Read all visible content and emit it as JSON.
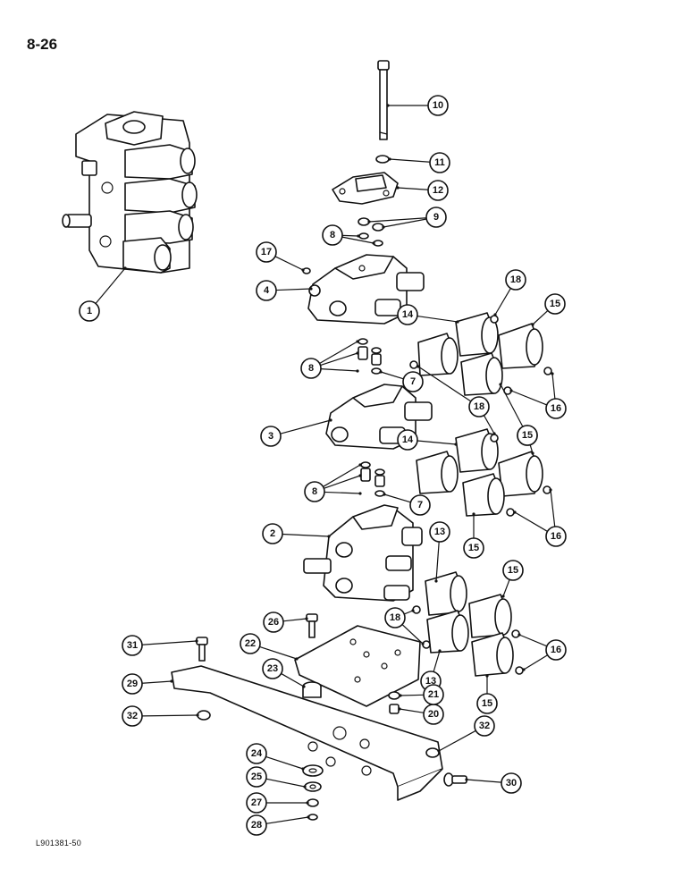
{
  "page": {
    "number": "8-26",
    "drawing_code": "L901381-50"
  },
  "callouts": [
    {
      "id": "c1",
      "label": "1"
    },
    {
      "id": "c2",
      "label": "2"
    },
    {
      "id": "c3",
      "label": "3"
    },
    {
      "id": "c4",
      "label": "4"
    },
    {
      "id": "c7a",
      "label": "7"
    },
    {
      "id": "c7b",
      "label": "7"
    },
    {
      "id": "c8a",
      "label": "8"
    },
    {
      "id": "c8b",
      "label": "8"
    },
    {
      "id": "c8c",
      "label": "8"
    },
    {
      "id": "c9",
      "label": "9"
    },
    {
      "id": "c10",
      "label": "10"
    },
    {
      "id": "c11",
      "label": "11"
    },
    {
      "id": "c12",
      "label": "12"
    },
    {
      "id": "c13a",
      "label": "13"
    },
    {
      "id": "c13b",
      "label": "13"
    },
    {
      "id": "c14a",
      "label": "14"
    },
    {
      "id": "c14b",
      "label": "14"
    },
    {
      "id": "c15a",
      "label": "15"
    },
    {
      "id": "c15b",
      "label": "15"
    },
    {
      "id": "c15c",
      "label": "15"
    },
    {
      "id": "c15d",
      "label": "15"
    },
    {
      "id": "c15e",
      "label": "15"
    },
    {
      "id": "c15f",
      "label": "15"
    },
    {
      "id": "c16a",
      "label": "16"
    },
    {
      "id": "c16b",
      "label": "16"
    },
    {
      "id": "c16c",
      "label": "16"
    },
    {
      "id": "c17",
      "label": "17"
    },
    {
      "id": "c18a",
      "label": "18"
    },
    {
      "id": "c18b",
      "label": "18"
    },
    {
      "id": "c18c",
      "label": "18"
    },
    {
      "id": "c20",
      "label": "20"
    },
    {
      "id": "c21",
      "label": "21"
    },
    {
      "id": "c22",
      "label": "22"
    },
    {
      "id": "c23",
      "label": "23"
    },
    {
      "id": "c24",
      "label": "24"
    },
    {
      "id": "c25",
      "label": "25"
    },
    {
      "id": "c26",
      "label": "26"
    },
    {
      "id": "c27",
      "label": "27"
    },
    {
      "id": "c28",
      "label": "28"
    },
    {
      "id": "c29",
      "label": "29"
    },
    {
      "id": "c30",
      "label": "30"
    },
    {
      "id": "c31",
      "label": "31"
    },
    {
      "id": "c32a",
      "label": "32"
    },
    {
      "id": "c32b",
      "label": "32"
    }
  ]
}
